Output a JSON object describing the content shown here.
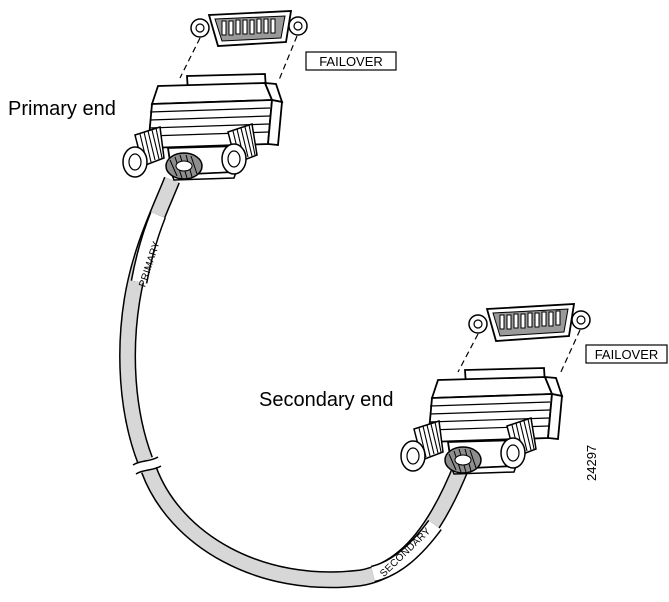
{
  "diagram": {
    "primary_label": "Primary end",
    "secondary_label": "Secondary end",
    "primary_tag": "FAILOVER",
    "secondary_tag": "FAILOVER",
    "primary_band": "PRIMARY",
    "secondary_band": "SECONDARY",
    "figure_number": "24297"
  }
}
